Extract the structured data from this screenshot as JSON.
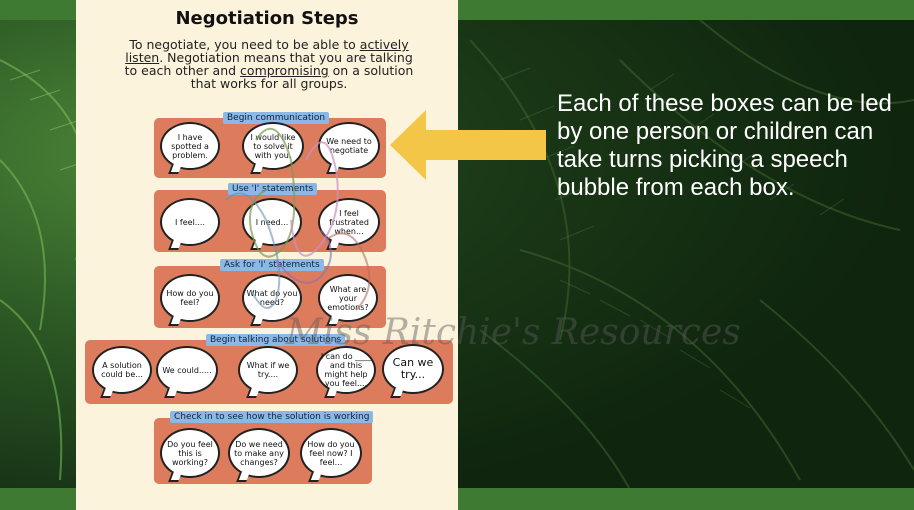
{
  "document": {
    "title": "Negotiation Steps",
    "intro": {
      "part1": "To negotiate, you need to be able to ",
      "link1": "actively listen",
      "part2": ". Negotiation means that you are talking to each other and ",
      "link2": "compromising",
      "part3": " on a solution that works for all groups."
    }
  },
  "steps": [
    {
      "label": "Begin communication",
      "bubbles": [
        "I have spotted a problem.",
        "I would like to solve it with you.",
        "We need to negotiate"
      ]
    },
    {
      "label": "Use 'I' statements",
      "bubbles": [
        "I feel....",
        "I need...",
        "I feel frustrated when..."
      ]
    },
    {
      "label": "Ask for 'I' statements",
      "bubbles": [
        "How do you feel?",
        "What do you need?",
        "What are your emotions?"
      ]
    },
    {
      "label": "Begin talking about solutions",
      "bubbles": [
        "A solution could be...",
        "We could.....",
        "What if we try....",
        "I can do ____ and this might help you feel....",
        "Can we try..."
      ]
    },
    {
      "label": "Check in to see how the solution is working",
      "bubbles": [
        "Do you feel this is working?",
        "Do we need to make any changes?",
        "How do you feel now? I feel..."
      ]
    }
  ],
  "watermark": "Miss Ritchie's Resources",
  "side_text": "Each of these boxes can be led by one person or children can take turns picking a speech bubble from each box.",
  "colors": {
    "box": "#dd7c5c",
    "tag": "#8bb8e6",
    "arrow": "#f3c648",
    "paper": "#fbf3dc"
  }
}
